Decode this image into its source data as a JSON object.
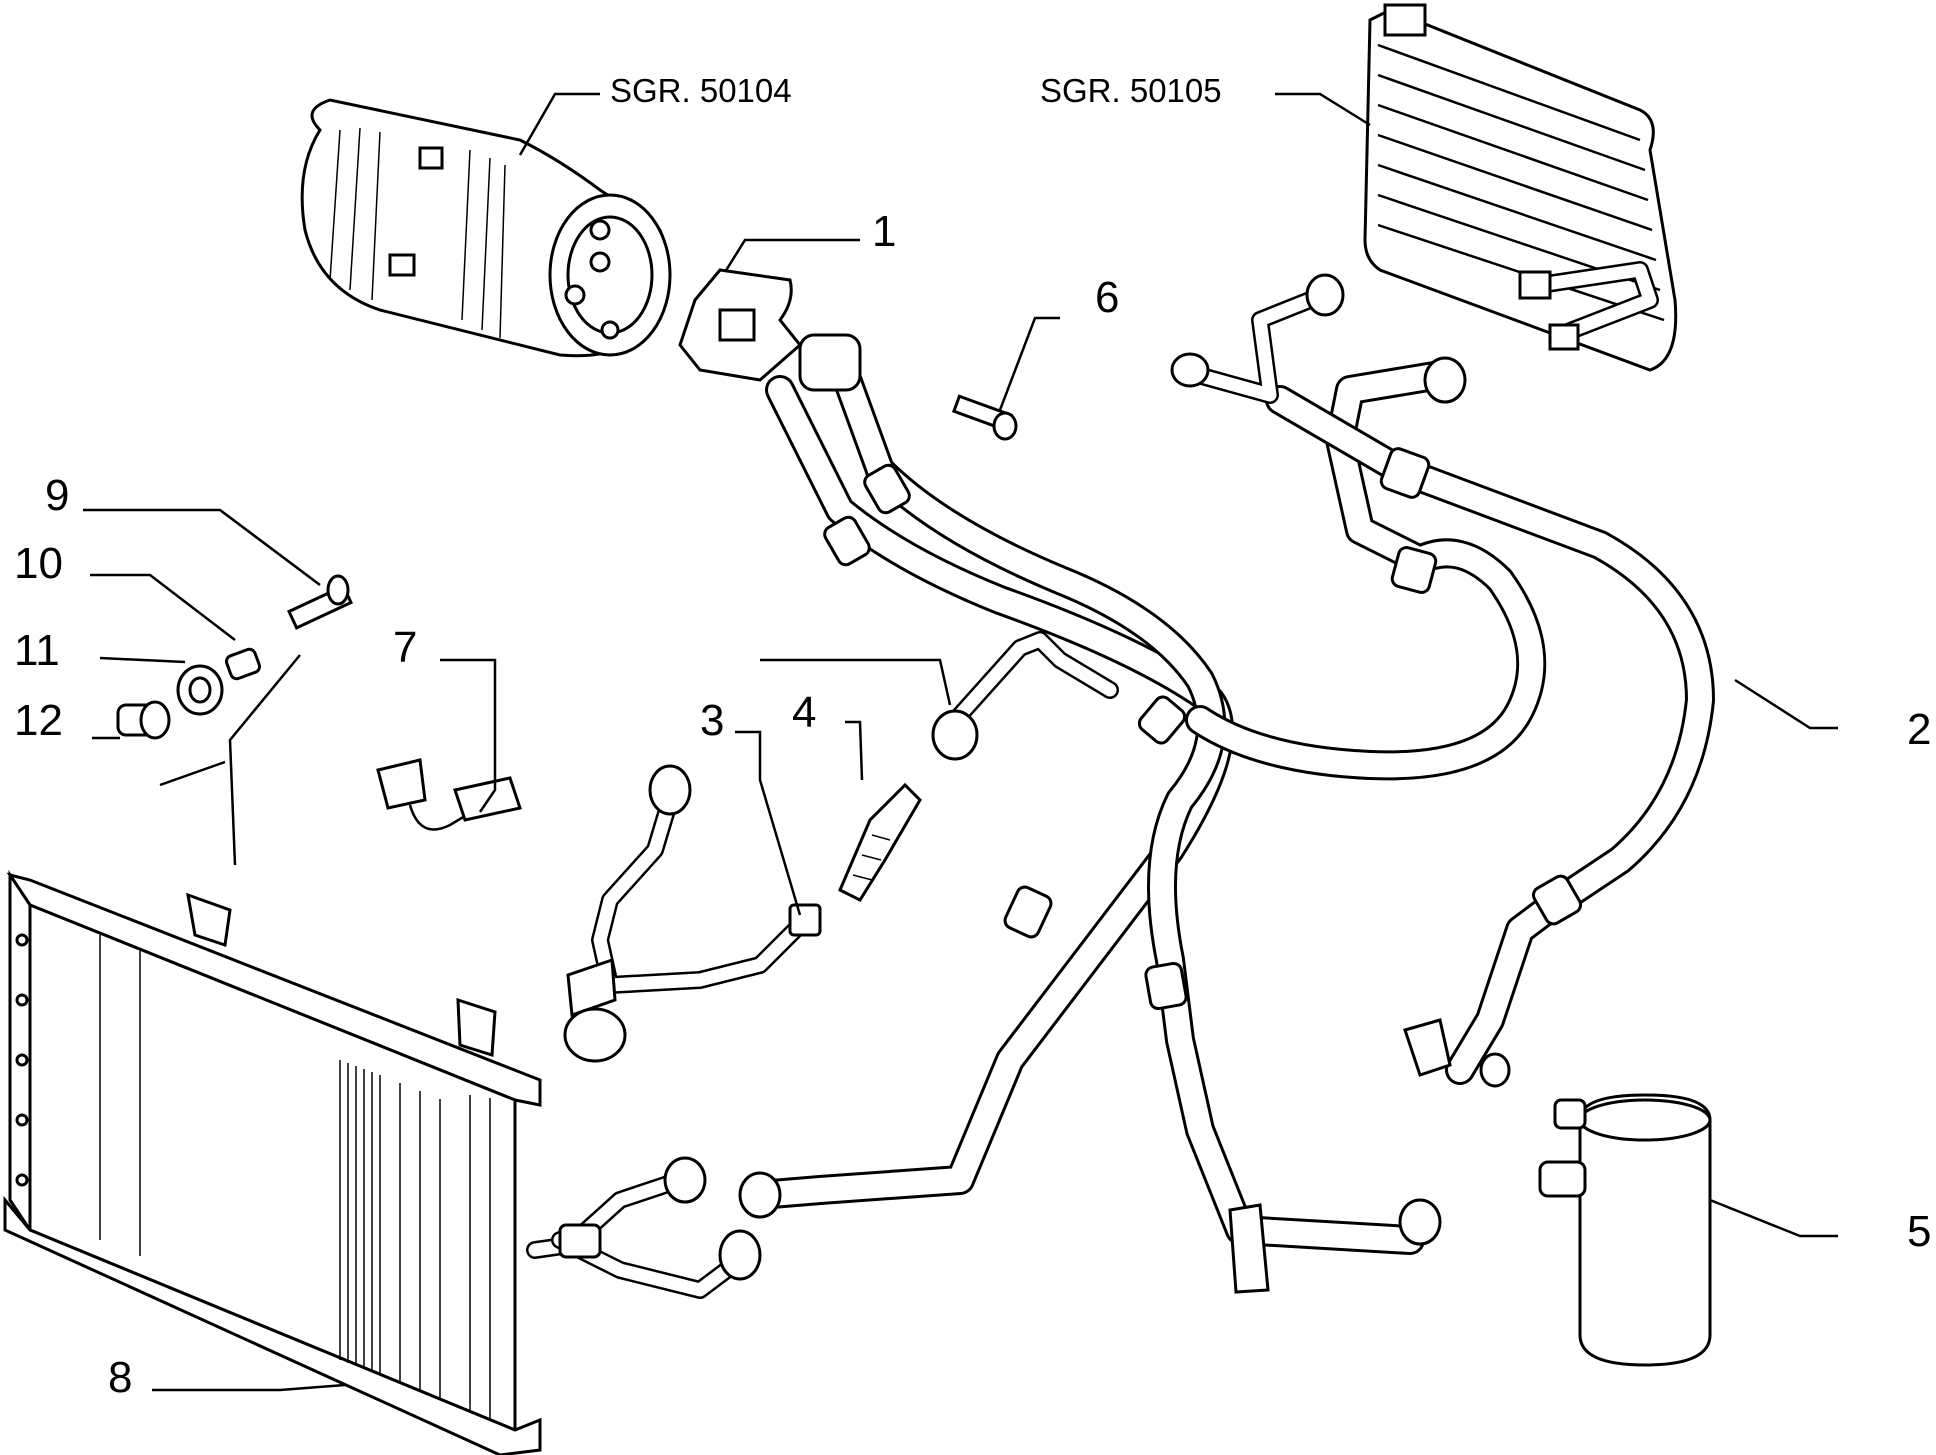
{
  "references": {
    "compressor": "SGR. 50104",
    "evaporator": "SGR. 50105"
  },
  "callouts": [
    {
      "id": "c1",
      "label": "1"
    },
    {
      "id": "c2",
      "label": "2"
    },
    {
      "id": "c3",
      "label": "3"
    },
    {
      "id": "c4",
      "label": "4"
    },
    {
      "id": "c5",
      "label": "5"
    },
    {
      "id": "c6",
      "label": "6"
    },
    {
      "id": "c7",
      "label": "7"
    },
    {
      "id": "c8",
      "label": "8"
    },
    {
      "id": "c9",
      "label": "9"
    },
    {
      "id": "c10",
      "label": "10"
    },
    {
      "id": "c11",
      "label": "11"
    },
    {
      "id": "c12",
      "label": "12"
    }
  ]
}
